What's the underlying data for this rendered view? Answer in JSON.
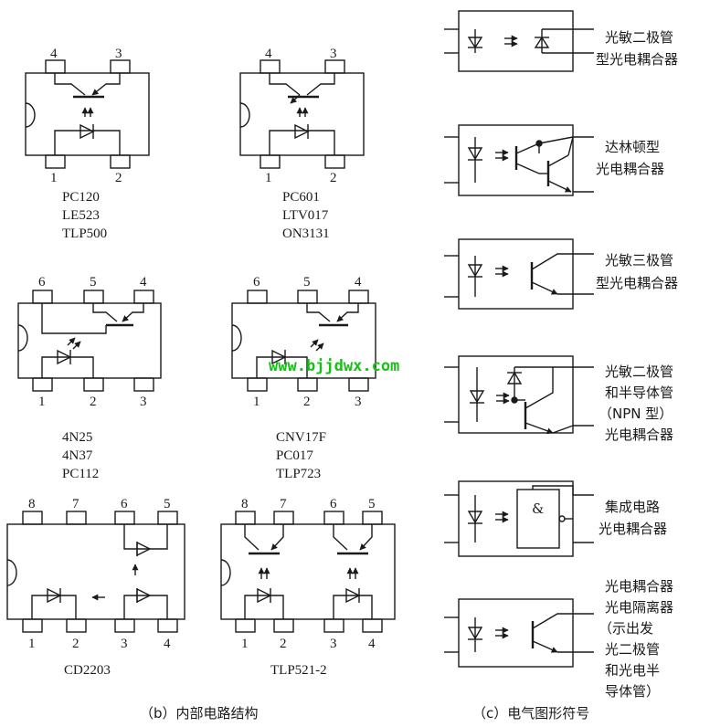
{
  "packages": [
    {
      "pins_top": [
        "4",
        "3"
      ],
      "pins_bottom": [
        "1",
        "2"
      ],
      "models": [
        "PC120",
        "LE523",
        "TLP500"
      ]
    },
    {
      "pins_top": [
        "4",
        "3"
      ],
      "pins_bottom": [
        "1",
        "2"
      ],
      "models": [
        "PC601",
        "LTV017",
        "ON3131"
      ]
    },
    {
      "pins_top": [
        "6",
        "5",
        "4"
      ],
      "pins_bottom": [
        "1",
        "2",
        "3"
      ],
      "models": [
        "4N25",
        "4N37",
        "PC112"
      ]
    },
    {
      "pins_top": [
        "6",
        "5",
        "4"
      ],
      "pins_bottom": [
        "1",
        "2",
        "3"
      ],
      "models": [
        "CNV17F",
        "PC017",
        "TLP723"
      ]
    },
    {
      "pins_top": [
        "8",
        "7",
        "6",
        "5"
      ],
      "pins_bottom": [
        "1",
        "2",
        "3",
        "4"
      ],
      "models": [
        "CD2203"
      ]
    },
    {
      "pins_top": [
        "8",
        "7",
        "6",
        "5"
      ],
      "pins_bottom": [
        "1",
        "2",
        "3",
        "4"
      ],
      "models": [
        "TLP521-2"
      ]
    }
  ],
  "symbols": [
    {
      "lines": [
        "光敏二极管",
        "型光电耦合器"
      ]
    },
    {
      "lines": [
        "达林顿型",
        "光电耦合器"
      ]
    },
    {
      "lines": [
        "光敏三极管",
        "型光电耦合器"
      ]
    },
    {
      "lines": [
        "光敏二极管",
        "和半导体管",
        "（NPN 型）",
        "光电耦合器"
      ]
    },
    {
      "lines": [
        "集成电路",
        "光电耦合器"
      ],
      "gate_label": "&"
    },
    {
      "lines": [
        "光电耦合器",
        "光电隔离器",
        "（示出发",
        "光二极管",
        "和光电半",
        "导体管）"
      ]
    }
  ],
  "watermark": "www.bjjdwx.com",
  "captions": {
    "b": "（b）内部电路结构",
    "c": "（c）电气图形符号"
  }
}
